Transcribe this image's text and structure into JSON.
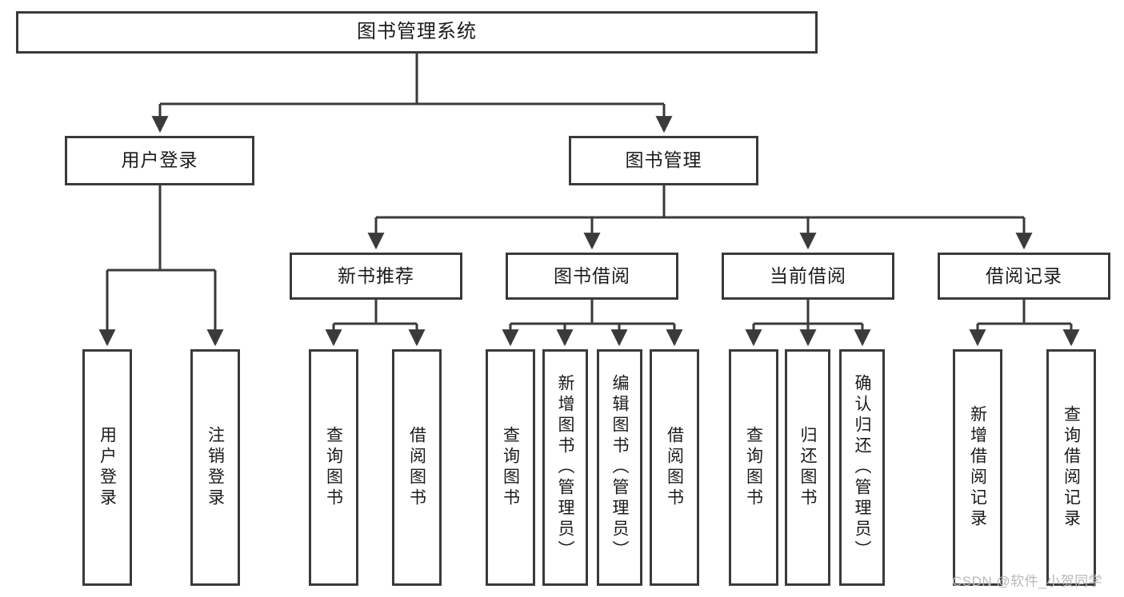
{
  "diagram": {
    "title": "图书管理系统",
    "watermark": "CSDN @软件_小贺同学",
    "line_color": "#3a3a3a",
    "text_color": "#1b1b1b",
    "background": "#ffffff",
    "watermark_color": "#b9b9b9"
  },
  "nodes": {
    "root": {
      "label": "图书管理系统"
    },
    "level2": [
      {
        "label": "用户登录"
      },
      {
        "label": "图书管理"
      }
    ],
    "level3": [
      {
        "label": "新书推荐"
      },
      {
        "label": "图书借阅"
      },
      {
        "label": "当前借阅"
      },
      {
        "label": "借阅记录"
      }
    ],
    "leaves": {
      "user_login": [
        {
          "label": "用户登录"
        },
        {
          "label": "注销登录"
        }
      ],
      "new_book": [
        {
          "label": "查询图书"
        },
        {
          "label": "借阅图书"
        }
      ],
      "book_borrow": [
        {
          "label": "查询图书"
        },
        {
          "label": "新增图书（管理员）"
        },
        {
          "label": "编辑图书（管理员）"
        },
        {
          "label": "借阅图书"
        }
      ],
      "current_borrow": [
        {
          "label": "查询图书"
        },
        {
          "label": "归还图书"
        },
        {
          "label": "确认归还（管理员）"
        }
      ],
      "borrow_record": [
        {
          "label": "新增借阅记录"
        },
        {
          "label": "查询借阅记录"
        }
      ]
    }
  }
}
